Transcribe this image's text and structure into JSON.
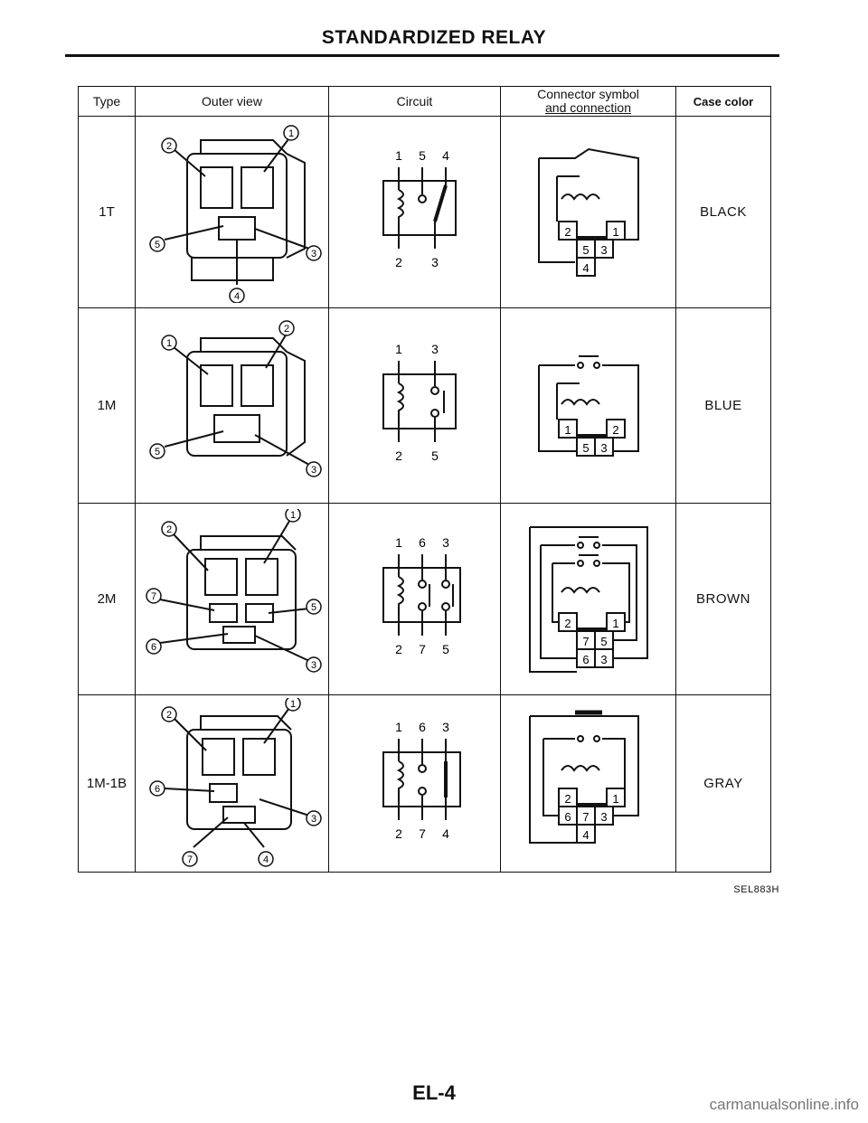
{
  "page": {
    "title": "STANDARDIZED RELAY",
    "code": "SEL883H",
    "page_number": "EL-4",
    "watermark": "carmanualsonline.info"
  },
  "table": {
    "headers": {
      "type": "Type",
      "outer_view": "Outer view",
      "circuit": "Circuit",
      "connector_line1": "Connector symbol",
      "connector_line2": "and connection",
      "case_color": "Case color"
    },
    "rows": [
      {
        "type": "1T",
        "case_color": "BLACK",
        "outer_callouts": [
          "1",
          "2",
          "5",
          "3",
          "4"
        ],
        "circuit_top": [
          "1",
          "5",
          "4"
        ],
        "circuit_bottom": [
          "2",
          "3"
        ],
        "connector_pins": [
          "2",
          "1",
          "5",
          "3",
          "4"
        ]
      },
      {
        "type": "1M",
        "case_color": "BLUE",
        "outer_callouts": [
          "2",
          "1",
          "5",
          "3"
        ],
        "circuit_top": [
          "1",
          "3"
        ],
        "circuit_bottom": [
          "2",
          "5"
        ],
        "connector_pins": [
          "1",
          "2",
          "5",
          "3"
        ]
      },
      {
        "type": "2M",
        "case_color": "BROWN",
        "outer_callouts": [
          "1",
          "2",
          "5",
          "7",
          "6",
          "3"
        ],
        "circuit_top": [
          "1",
          "6",
          "3"
        ],
        "circuit_bottom": [
          "2",
          "7",
          "5"
        ],
        "connector_pins": [
          "2",
          "1",
          "7",
          "5",
          "6",
          "3"
        ]
      },
      {
        "type": "1M-1B",
        "case_color": "GRAY",
        "outer_callouts": [
          "1",
          "2",
          "6",
          "3",
          "7",
          "4"
        ],
        "circuit_top": [
          "1",
          "6",
          "3"
        ],
        "circuit_bottom": [
          "2",
          "7",
          "4"
        ],
        "connector_pins": [
          "2",
          "1",
          "6",
          "7",
          "3",
          "4"
        ]
      }
    ]
  }
}
